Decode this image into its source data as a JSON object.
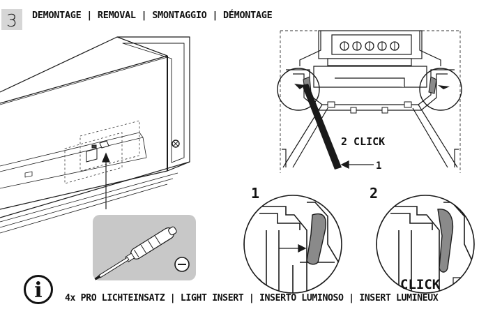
{
  "step": {
    "number": "3",
    "title": "DEMONTAGE | REMOVAL | SMONTAGGIO | DÉMONTAGE"
  },
  "detail": {
    "click_label": "2 CLICK",
    "arrow_label": "1"
  },
  "zoom_left": {
    "label": "1"
  },
  "zoom_right": {
    "label": "2",
    "click_label": "CLICK"
  },
  "tool": {
    "icon": "flat-screwdriver-icon",
    "minus_symbol": "⊖"
  },
  "footer": {
    "icon": "info-icon",
    "info_glyph": "i",
    "text": "4x PRO LICHTEINSATZ | LIGHT INSERT | INSERTO LUMINOSO | INSERT LUMINEUX"
  },
  "colors": {
    "step_box": "#d6d6d6",
    "tool_panel": "#c8c8c8",
    "insert_fill": "#8a8a8a"
  }
}
